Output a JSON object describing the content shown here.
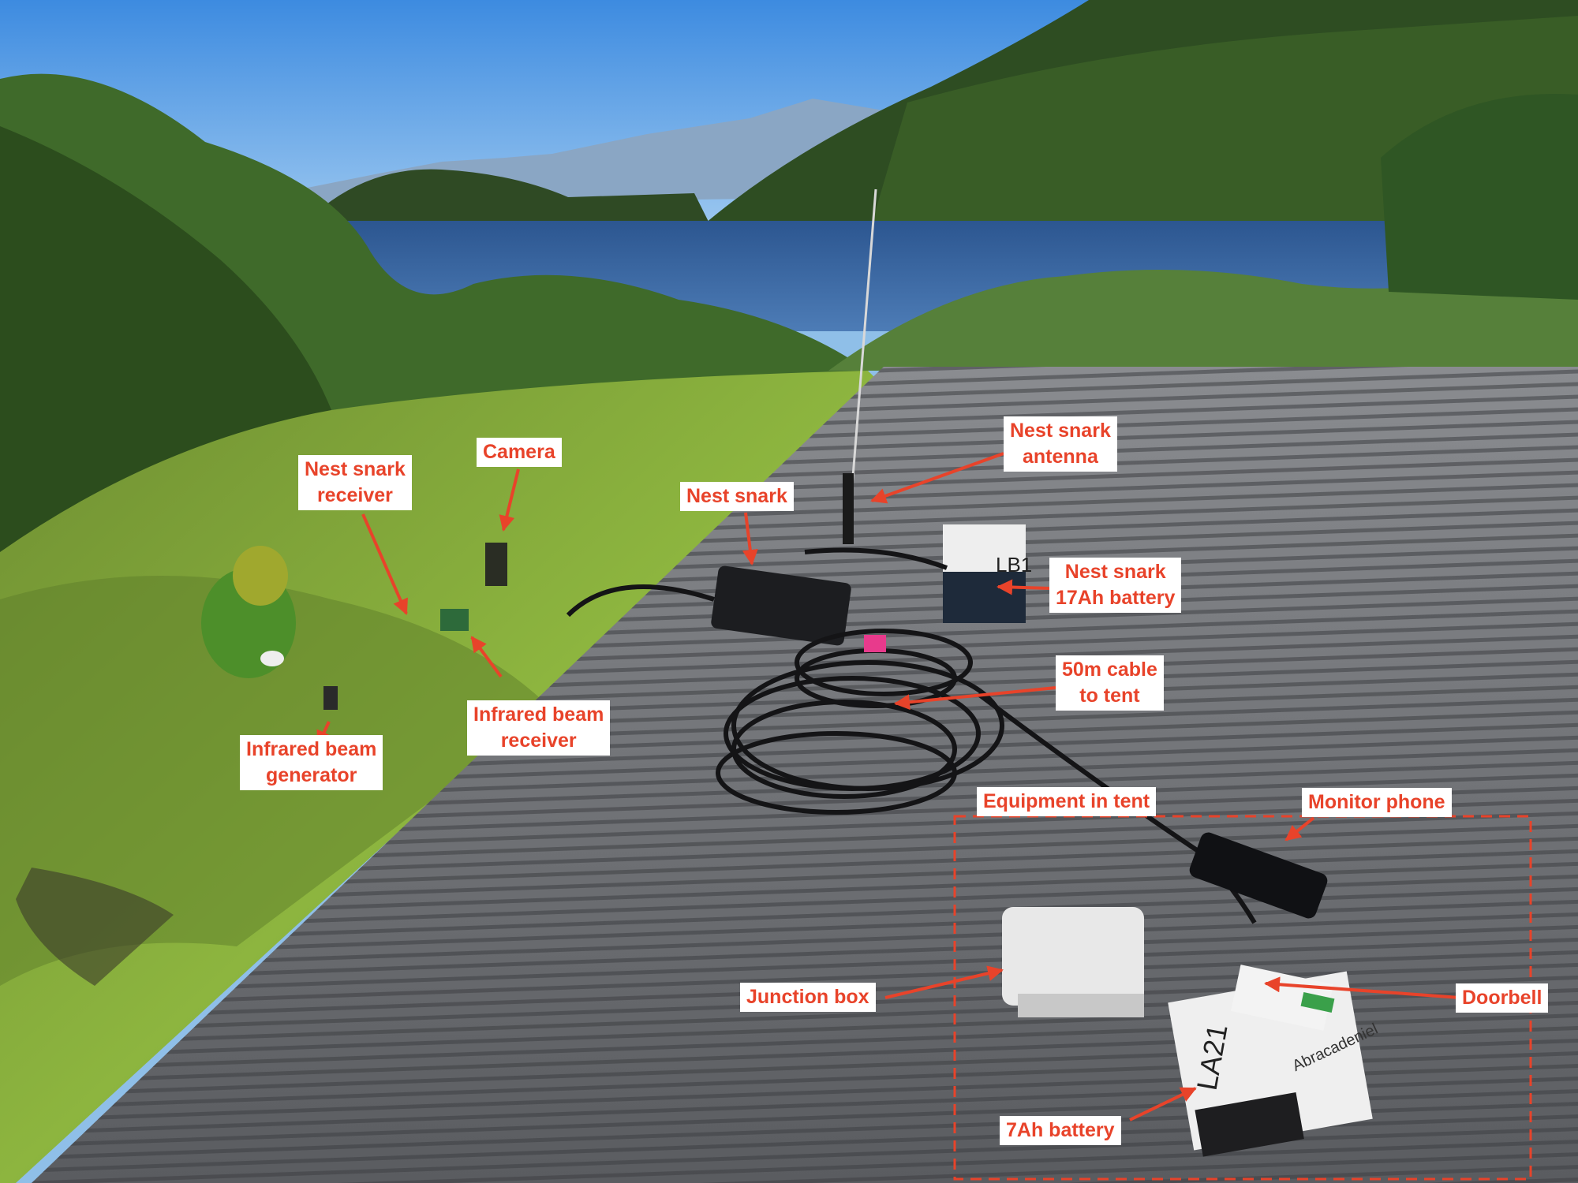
{
  "labels": {
    "camera": "Camera",
    "nest_snark_receiver": [
      "Nest snark",
      "receiver"
    ],
    "nest_snark": "Nest snark",
    "nest_snark_antenna": [
      "Nest snark",
      "antenna"
    ],
    "nest_snark_battery": [
      "Nest snark",
      "17Ah battery"
    ],
    "cable": [
      "50m cable",
      "to tent"
    ],
    "infrared_beam_receiver": [
      "Infrared beam",
      "receiver"
    ],
    "infrared_beam_generator": [
      "Infrared beam",
      "generator"
    ],
    "equipment_in_tent": "Equipment in tent",
    "monitor_phone": "Monitor phone",
    "junction_box": "Junction box",
    "doorbell": "Doorbell",
    "battery_7ah": "7Ah battery"
  },
  "box_markings": {
    "snark_battery": "LB1",
    "tent_battery": "LA21",
    "battery_tag": "Abracadeniel"
  },
  "colors": {
    "annotation": "#e8432a",
    "label_bg": "#ffffff",
    "sky": "#5fa2e6",
    "water": "#3a67a6",
    "mat": "#6e7074",
    "grass": "#7fa83a"
  }
}
